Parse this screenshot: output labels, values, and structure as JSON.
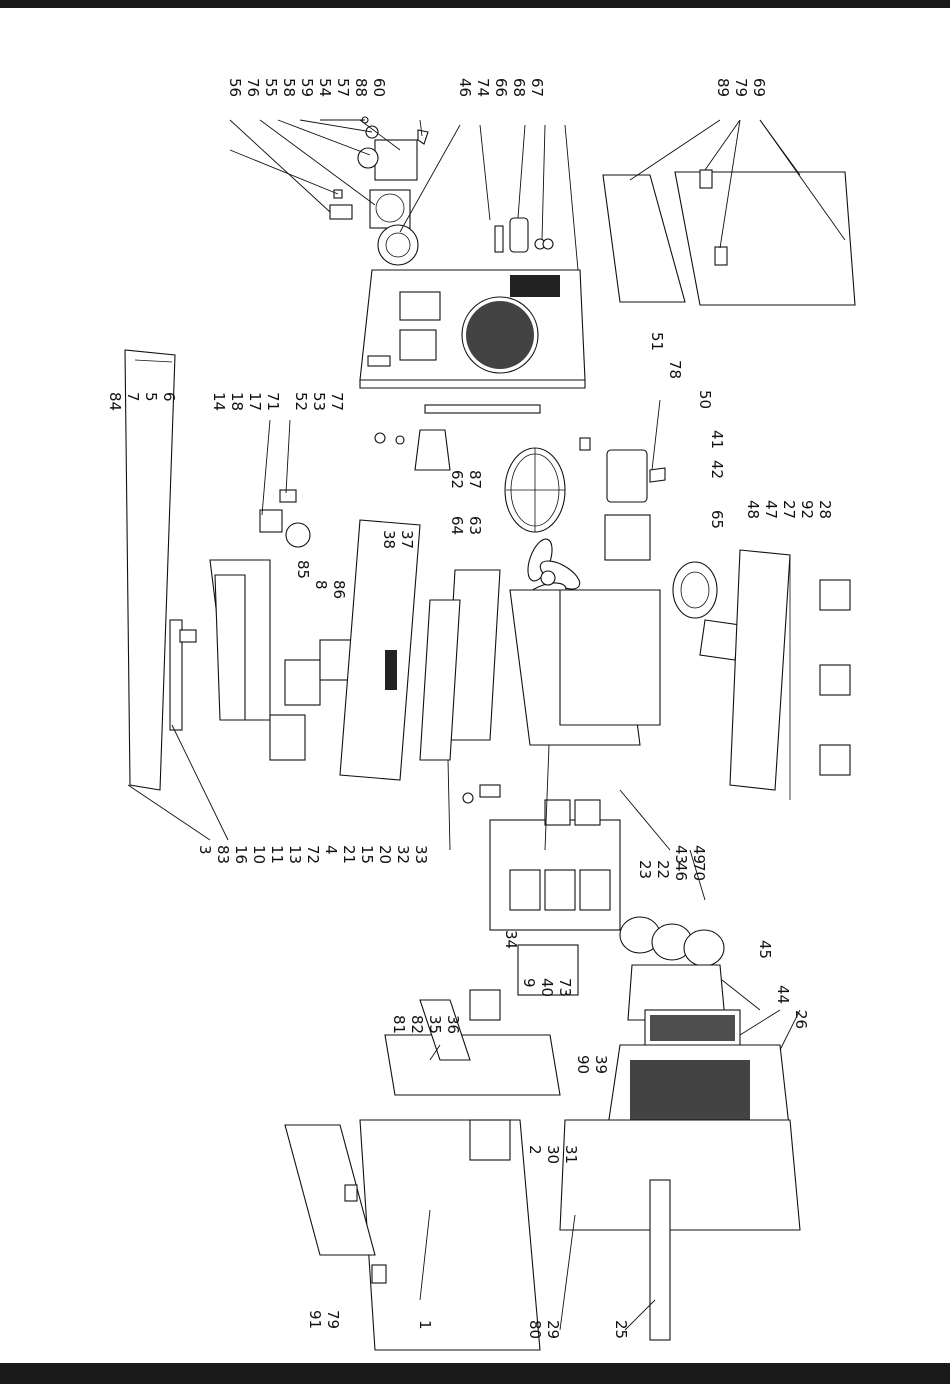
{
  "labels": {
    "top_row": [
      "56",
      "76",
      "55",
      "58",
      "59",
      "54",
      "57",
      "88",
      "60",
      "46",
      "74",
      "66",
      "68",
      "67"
    ],
    "middle_top_row": [
      "84",
      "7",
      "5",
      "6",
      "14",
      "18",
      "17",
      "71",
      "52",
      "53",
      "77",
      "62",
      "87",
      "51",
      "78",
      "50",
      "41",
      "42",
      "65",
      "64",
      "63",
      "38",
      "37",
      "85",
      "8",
      "86",
      "48",
      "47",
      "27",
      "92",
      "28"
    ],
    "right_top_row": [
      "89",
      "79",
      "69"
    ],
    "bottom_row": [
      "3",
      "83",
      "16",
      "10",
      "11",
      "13",
      "72",
      "4",
      "21",
      "15",
      "20",
      "32",
      "33",
      "43",
      "49",
      "70",
      "23",
      "22",
      "46",
      "45",
      "44",
      "26",
      "34",
      "9",
      "40",
      "73",
      "35",
      "36",
      "82",
      "81",
      "90",
      "39",
      "2",
      "30",
      "31",
      "80",
      "29",
      "25",
      "91",
      "79",
      "1"
    ]
  },
  "colors": {
    "ink": "#111111",
    "bars": "#1a1a1a",
    "background": "#ffffff"
  }
}
